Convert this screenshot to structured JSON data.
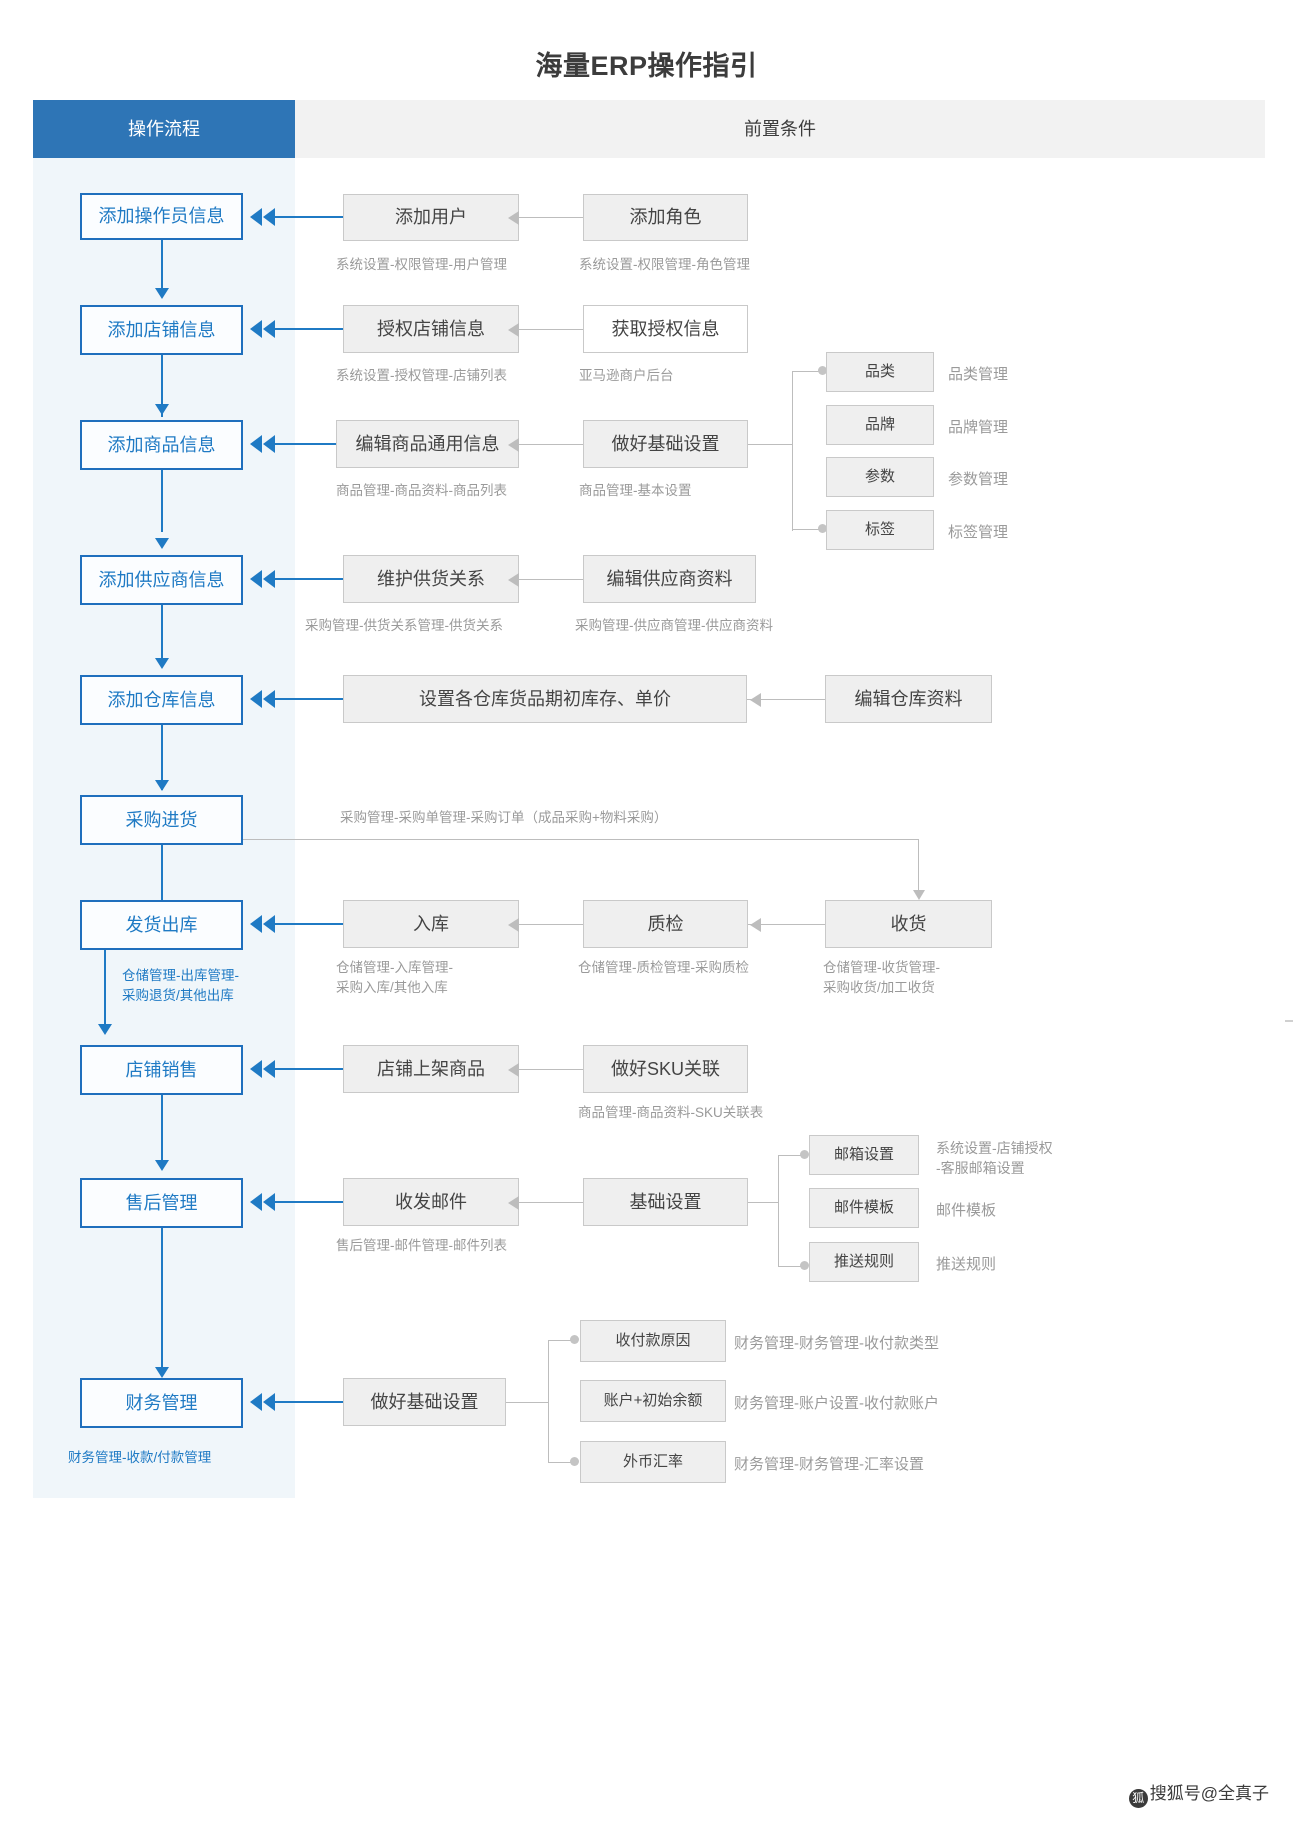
{
  "title": "海量ERP操作指引",
  "headers": {
    "left": "操作流程",
    "right": "前置条件"
  },
  "colors": {
    "header_blue": "#2e75b6",
    "node_blue": "#1f7ac4",
    "panel_blue": "#f0f6fa",
    "grey_box": "#efefef",
    "grey_line": "#bdbdbd",
    "caption_grey": "#9a9a9a"
  },
  "flow": [
    {
      "label": "添加操作员信息"
    },
    {
      "label": "添加店铺信息"
    },
    {
      "label": "添加商品信息"
    },
    {
      "label": "添加供应商信息"
    },
    {
      "label": "添加仓库信息"
    },
    {
      "label": "采购进货"
    },
    {
      "label": "发货出库"
    },
    {
      "label": "店铺销售"
    },
    {
      "label": "售后管理"
    },
    {
      "label": "财务管理"
    }
  ],
  "rows": {
    "operator": {
      "mid_box": "添加用户",
      "mid_caption": "系统设置-权限管理-用户管理",
      "right_box": "添加角色",
      "right_caption": "系统设置-权限管理-角色管理"
    },
    "shop": {
      "mid_box": "授权店铺信息",
      "mid_caption": "系统设置-授权管理-店铺列表",
      "right_box": "获取授权信息",
      "right_caption": "亚马逊商户后台"
    },
    "product": {
      "mid_box": "编辑商品通用信息",
      "mid_caption": "商品管理-商品资料-商品列表",
      "right_box": "做好基础设置",
      "right_caption": "商品管理-基本设置",
      "branches": [
        {
          "box": "品类",
          "label": "品类管理"
        },
        {
          "box": "品牌",
          "label": "品牌管理"
        },
        {
          "box": "参数",
          "label": "参数管理"
        },
        {
          "box": "标签",
          "label": "标签管理"
        }
      ]
    },
    "supplier": {
      "mid_box": "维护供货关系",
      "mid_caption": "采购管理-供货关系管理-供货关系",
      "right_box": "编辑供应商资料",
      "right_caption": "采购管理-供应商管理-供应商资料"
    },
    "warehouse": {
      "mid_box": "设置各仓库货品期初库存、单价",
      "right_box": "编辑仓库资料"
    },
    "purchase": {
      "caption": "采购管理-采购单管理-采购订单（成品采购+物料采购）"
    },
    "outbound": {
      "box1": "入库",
      "caption1_line1": "仓储管理-入库管理-",
      "caption1_line2": "采购入库/其他入库",
      "box2": "质检",
      "caption2": "仓储管理-质检管理-采购质检",
      "box3": "收货",
      "caption3_line1": "仓储管理-收货管理-",
      "caption3_line2": "采购收货/加工收货",
      "left_caption_line1": "仓储管理-出库管理-",
      "left_caption_line2": "采购退货/其他出库"
    },
    "sales": {
      "mid_box": "店铺上架商品",
      "right_box": "做好SKU关联",
      "right_caption": "商品管理-商品资料-SKU关联表"
    },
    "aftersales": {
      "mid_box": "收发邮件",
      "mid_caption": "售后管理-邮件管理-邮件列表",
      "right_box": "基础设置",
      "branches": [
        {
          "box": "邮箱设置",
          "label_line1": "系统设置-店铺授权",
          "label_line2": "-客服邮箱设置"
        },
        {
          "box": "邮件模板",
          "label_line1": "邮件模板",
          "label_line2": ""
        },
        {
          "box": "推送规则",
          "label_line1": "推送规则",
          "label_line2": ""
        }
      ]
    },
    "finance": {
      "mid_box": "做好基础设置",
      "left_caption": "财务管理-收款/付款管理",
      "branches": [
        {
          "box": "收付款原因",
          "label": "财务管理-财务管理-收付款类型"
        },
        {
          "box": "账户+初始余额",
          "label": "财务管理-账户设置-收付款账户"
        },
        {
          "box": "外币汇率",
          "label": "财务管理-财务管理-汇率设置"
        }
      ]
    }
  },
  "watermark": {
    "text": "搜狐号@全真子",
    "logo": "狐"
  }
}
